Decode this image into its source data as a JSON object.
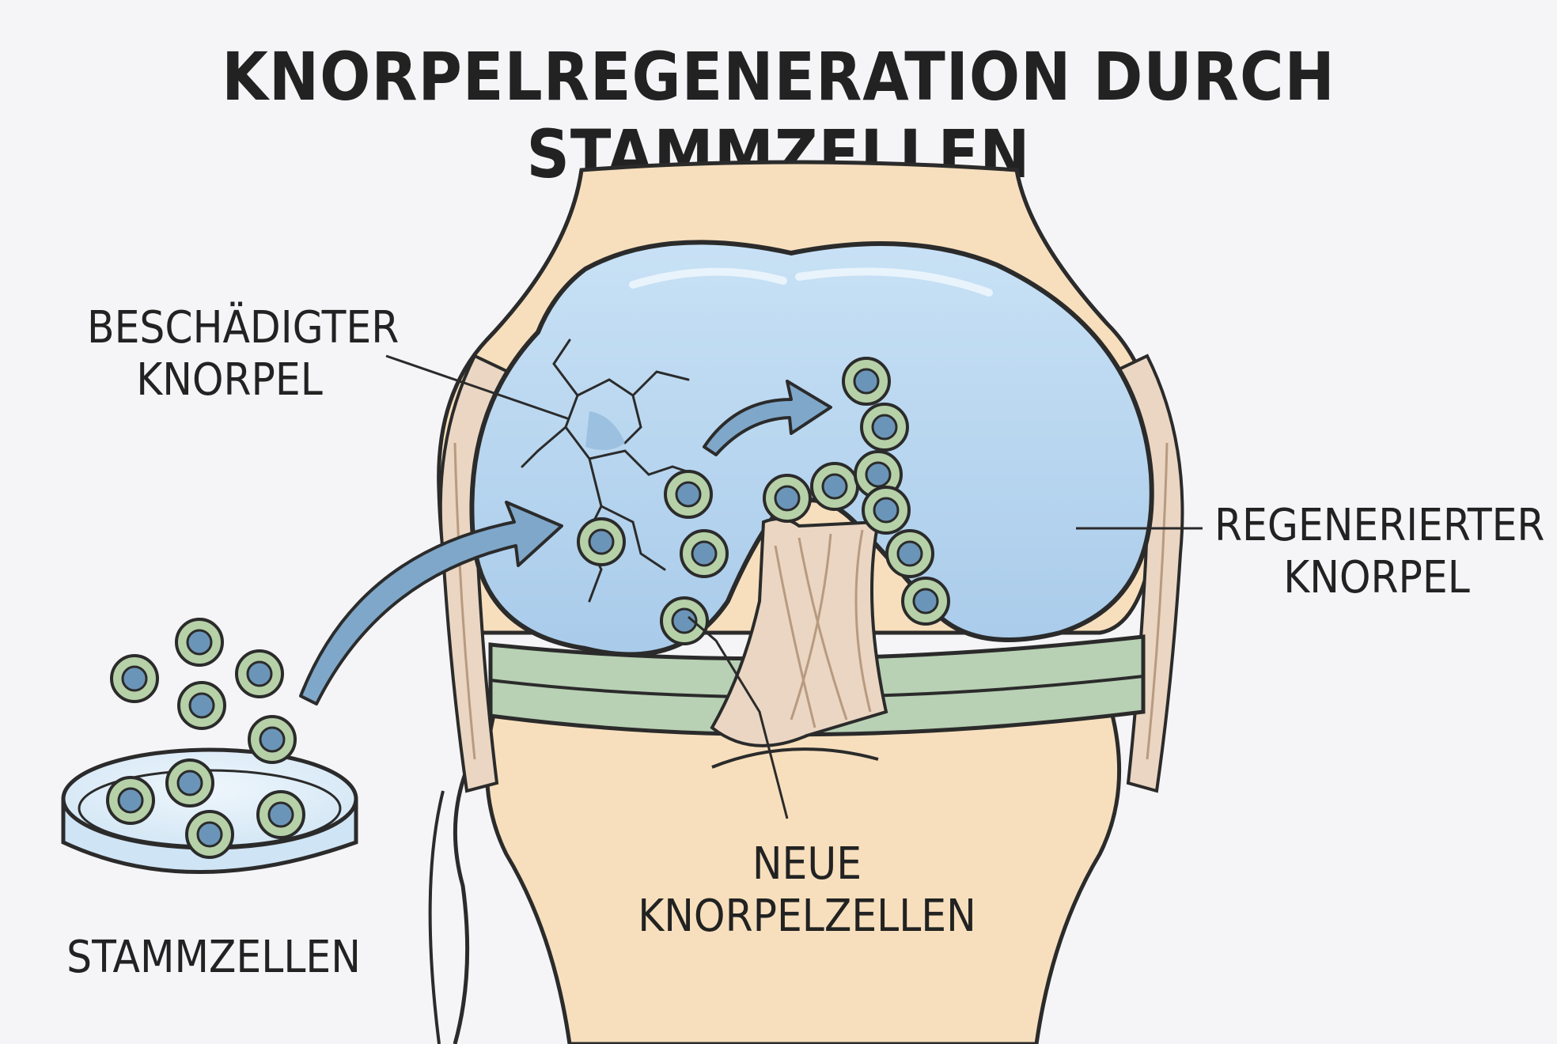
{
  "title": "KNORPELREGENERATION DURCH STAMMZELLEN",
  "labels": {
    "damaged": [
      "BESCHÄDIGTER",
      "KNORPEL"
    ],
    "regenerated": [
      "REGENERIERTER",
      "KNORPEL"
    ],
    "new_cells": [
      "NEUE",
      "KNORPELZELLEN"
    ],
    "stem_cells": [
      "STAMMZELLEN"
    ]
  },
  "colors": {
    "bone": "#f7dfbd",
    "cartilage": "#b8d7ef",
    "meniscus": "#b8d0b4",
    "ligament": "#ead6c2",
    "cell": "#b6d1a8",
    "cell_nucleus": "#6b95b8",
    "arrow": "#7fa7c9",
    "outline": "#2b2b2b"
  }
}
